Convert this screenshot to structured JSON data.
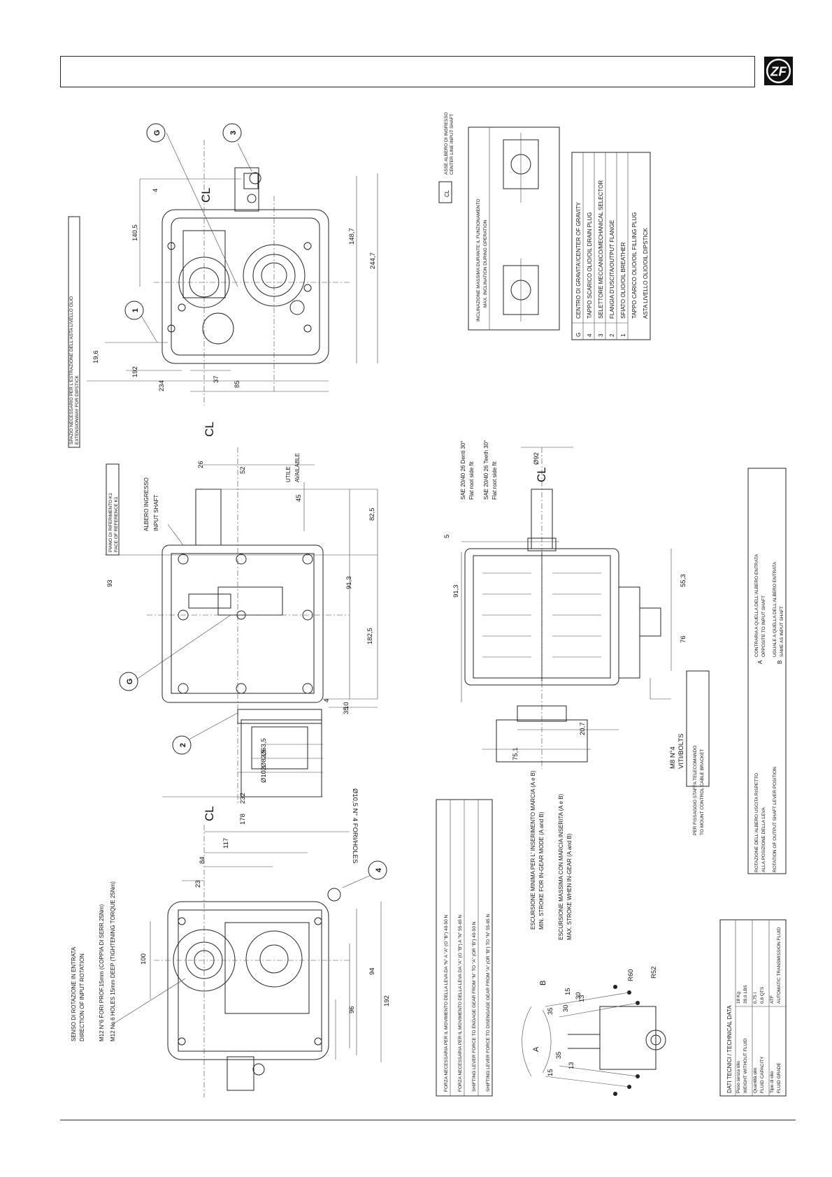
{
  "logo_text": "ZF",
  "notes": {
    "rotation_sense_it": "SENSO DI ROTAZIONE IN ENTRATA",
    "rotation_sense_en": "DIRECTION OF INPUT ROTATION",
    "holes_it": "M12 N°6 FORI PROF.15mm (COPPIA DI SERR.25Nm)",
    "holes_en": "M12 No.6 HOLES 15mm DEEP (TIGHTENING TORQUE 25Nm)",
    "dipstick_it": "SPAZIO NECESSARIO PER L'ESTRAZIONE DELL'ASTA LIVELLO OLIO",
    "dipstick_en": "EXTENSIONWAY FOR DIPSTICK",
    "ref_face_it": "PIANO DI RIFERIMENTO K1",
    "ref_face_en": "FACE OF REFERENCE K1",
    "input_shaft_it": "ALBERO INGRESSO",
    "input_shaft_en": "INPUT SHAFT",
    "utile": "UTILE",
    "available": "AVAILABLE",
    "holes_flange": "Ø10,5 N° 4 FORI/HOLES",
    "spline_1_it": "SAE 20/40  26 Denti 30°",
    "spline_1_fit": "Flat root side fit",
    "spline_2_en": "SAE 20/40  26 Teeth 30°",
    "spline_2_fit": "Flat root side fit",
    "cl": "CL",
    "bolts_1": "M8 N°4",
    "bolts_2": "VITI/BOLTS",
    "cable_it": "PER FISSAGGIO STAFFA TELECOMANDO",
    "cable_en": "TO MOUNT CONTROL CABLE BRACKET",
    "min_stroke_it": "ESCURSIONE MINIMA PER L' INSERIMENTO MARCIA (A e B)",
    "min_stroke_en": "MIN. STROKE FOR IN-GEAR MODE  (A and B)",
    "max_stroke_it": "ESCURSIONE MASSIMA CON MARCIA INSERITA (A e B)",
    "max_stroke_en": "MAX. STROKE WHEN IN-GEAR (A and B)",
    "rotation_output_it_1": "ROTAZIONE DELL'ALBERO USCITA RISPETTO",
    "rotation_output_it_2": "ALLA POSIZIONE DELLA LEVA",
    "rotation_output_en": "ROTATION OF OUTPUT SHAFT LEVER POSITION",
    "a_it": "CONTRARIA A QUELLA DELL'ALBERO ENTRATA",
    "a_en": "OPPOSITE TO INPUT SHAFT",
    "b_it": "UGUALE A QUELLA DELL'ALBERO ENTRATA",
    "b_en": "SAME AS INPUT SHAFT",
    "axis_it": "ASSE ALBERO DI INGRESSO",
    "axis_en": "CENTER LINE INPUT SHAFT",
    "incl_it": "INCLINAZIONE MASSIMA DURANTE IL FUNZIONAMENTO",
    "incl_en": "MAX. INCLINATION DURING OPERATION",
    "label_a": "A",
    "label_b": "B"
  },
  "force_table": [
    "FORZA NECESSARIA PER IL MOVIMENTO DELLA LEVA DA \"N\" A \"A\" (O \"B\") 40-50 N",
    "FORZA NECESSARIA PER IL MOVIMENTO DELLA LEVA DA \"A\" (O \"B\") A \"N\" 55-65 N",
    "SHIFTING LEVER FORCE TO ENGAGE GEAR FROM \"N\" TO \"A\" (OR \"B\") 40-50 N",
    "SHIFTING LEVER FORCE TO DISENGAGE GEAR FROM \"A\" (OR \"B\") TO \"N\" 55-65 N"
  ],
  "legend": [
    {
      "key": "G",
      "text": "CENTRO DI GRAVITA'/CENTER OF GRAVITY"
    },
    {
      "key": "4",
      "text": "TAPPO SCARICO OLIO/OIL DRAIN PLUG"
    },
    {
      "key": "3",
      "text": "SELETTORE MECCANICO/MECHANICAL SELECTOR"
    },
    {
      "key": "2",
      "text": "FLANGIA D'USCITA/OUTPUT FLANGE"
    },
    {
      "key": "1",
      "text": "SFIATO OLIO/OIL BREATHER"
    },
    {
      "key": "",
      "text": "TAPPO CARICO OLIO/OIL FILLING PLUG"
    },
    {
      "key": "",
      "text": "ASTA LIVELLO OLIO/OIL DIPSTICK"
    }
  ],
  "tech_data": {
    "title": "DATI TECNICI / TECHNICAL DATA",
    "rows": [
      {
        "label_it": "Peso senza olio",
        "label_en": "WEIGHT WITHOUT FLUID",
        "v1": "18 Kg",
        "v2": "39,6 LBS"
      },
      {
        "label_it": "Quantità olio",
        "label_en": "FLUID CAPACITY",
        "v1": "0,75 l",
        "v2": "0,8 QTS"
      },
      {
        "label_it": "Tipo di olio",
        "label_en": "FLUID GRADE",
        "v1": "ATF",
        "v2": "AUTOMATIC TRANSMISSION FLUID"
      }
    ]
  },
  "callouts": [
    "G",
    "1",
    "2",
    "3",
    "4"
  ],
  "dimensions": {
    "top_view": [
      "140,5",
      "4",
      "148,7",
      "244,7",
      "19,6",
      "192",
      "234",
      "37",
      "85"
    ],
    "side_view": [
      "26",
      "52",
      "45",
      "82,5",
      "93",
      "91,3",
      "182,5",
      "4",
      "10",
      "35",
      "Ø63,5",
      "Ø82,5",
      "Ø102",
      "232"
    ],
    "front_view": [
      "178",
      "117",
      "84",
      "23",
      "100",
      "96",
      "94",
      "192"
    ],
    "output_view": [
      "5",
      "Ø92",
      "91,3",
      "55,3",
      "76",
      "20,7",
      "75,1"
    ],
    "lever_view": [
      "15",
      "13",
      "35",
      "30",
      "35",
      "30",
      "15",
      "13",
      "R60",
      "R52"
    ]
  }
}
